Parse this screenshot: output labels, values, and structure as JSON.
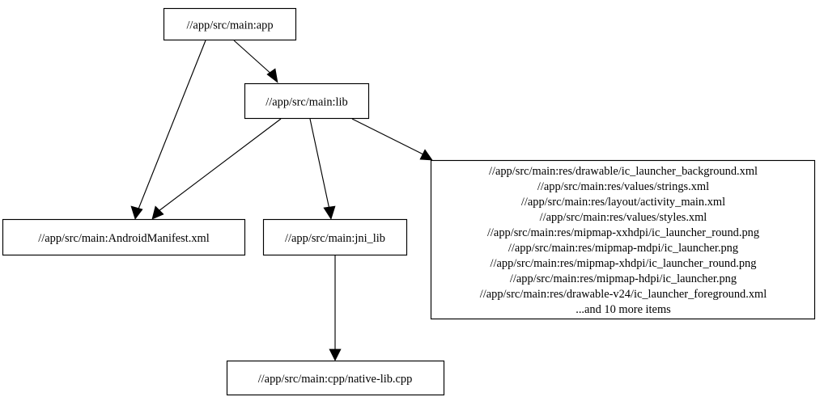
{
  "diagram": {
    "type": "dependency-graph",
    "title": "",
    "background_color": "#ffffff",
    "line_color": "#000000",
    "node_fill": "#ffffff",
    "nodes": [
      {
        "id": "app",
        "label": "//app/src/main:app"
      },
      {
        "id": "lib",
        "label": "//app/src/main:lib"
      },
      {
        "id": "manifest",
        "label": "//app/src/main:AndroidManifest.xml"
      },
      {
        "id": "jni_lib",
        "label": "//app/src/main:jni_lib"
      },
      {
        "id": "nativelib",
        "label": "//app/src/main:cpp/native-lib.cpp"
      }
    ],
    "cluster_node": {
      "id": "resources",
      "lines": [
        "//app/src/main:res/drawable/ic_launcher_background.xml",
        "//app/src/main:res/values/strings.xml",
        "//app/src/main:res/layout/activity_main.xml",
        "//app/src/main:res/values/styles.xml",
        "//app/src/main:res/mipmap-xxhdpi/ic_launcher_round.png",
        "//app/src/main:res/mipmap-mdpi/ic_launcher.png",
        "//app/src/main:res/mipmap-xhdpi/ic_launcher_round.png",
        "//app/src/main:res/mipmap-hdpi/ic_launcher.png",
        "//app/src/main:res/drawable-v24/ic_launcher_foreground.xml",
        "...and 10 more items"
      ]
    },
    "edges": [
      {
        "from": "app",
        "to": "lib"
      },
      {
        "from": "app",
        "to": "manifest"
      },
      {
        "from": "lib",
        "to": "manifest"
      },
      {
        "from": "lib",
        "to": "jni_lib"
      },
      {
        "from": "lib",
        "to": "resources"
      },
      {
        "from": "jni_lib",
        "to": "nativelib"
      }
    ]
  }
}
